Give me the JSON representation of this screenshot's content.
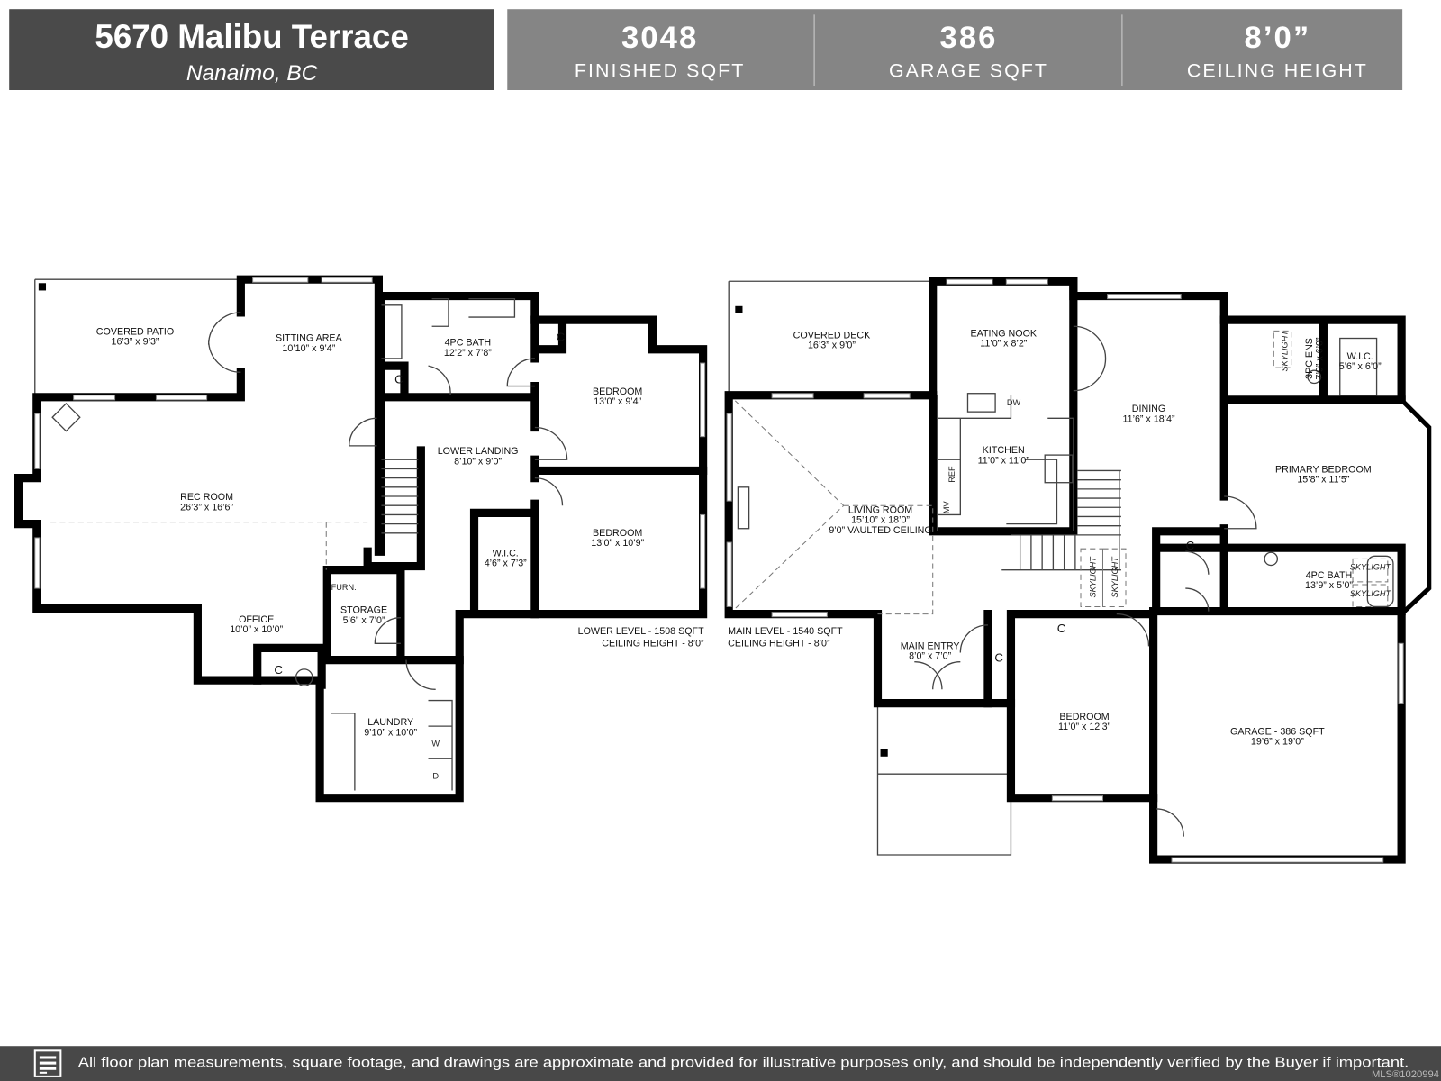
{
  "header": {
    "address": "5670 Malibu Terrace",
    "city": "Nanaimo, BC",
    "stats": [
      {
        "value": "3048",
        "label": "FINISHED SQFT"
      },
      {
        "value": "386",
        "label": "GARAGE SQFT"
      },
      {
        "value": "8’0”",
        "label": "CEILING HEIGHT"
      }
    ],
    "colors": {
      "title_panel": "#4a4a4a",
      "stats_panel": "#858585"
    }
  },
  "lower_level": {
    "caption_line1": "LOWER LEVEL - 1508 SQFT",
    "caption_line2": "CEILING HEIGHT - 8’0”",
    "rooms": [
      {
        "name": "COVERED PATIO",
        "dims": "16’3” x 9’3”"
      },
      {
        "name": "SITTING AREA",
        "dims": "10’10” x 9’4”"
      },
      {
        "name": "4PC BATH",
        "dims": "12’2” x 7’8”"
      },
      {
        "name": "BEDROOM",
        "dims": "13’0” x 9’4”"
      },
      {
        "name": "LOWER LANDING",
        "dims": "8’10” x 9’0”"
      },
      {
        "name": "REC ROOM",
        "dims": "26’3” x 16’6”"
      },
      {
        "name": "W.I.C.",
        "dims": "4’6” x 7’3”"
      },
      {
        "name": "BEDROOM",
        "dims": "13’0” x 10’9”"
      },
      {
        "name": "OFFICE",
        "dims": "10’0” x 10’0”"
      },
      {
        "name": "STORAGE",
        "dims": "5’6” x 7’0”"
      },
      {
        "name": "LAUNDRY",
        "dims": "9’10” x 10’0”"
      }
    ],
    "fixtures": {
      "closet": "C",
      "furnace": "FURN.",
      "washer": "W",
      "dryer": "D"
    }
  },
  "main_level": {
    "caption_line1": "MAIN LEVEL - 1540 SQFT",
    "caption_line2": "CEILING HEIGHT - 8’0”",
    "rooms": [
      {
        "name": "COVERED DECK",
        "dims": "16’3” x 9’0”"
      },
      {
        "name": "EATING NOOK",
        "dims": "11’0” x 8’2”"
      },
      {
        "name": "DINING",
        "dims": "11’6” x 18’4”"
      },
      {
        "name": "3PC ENS",
        "dims": "7’9” x 6’0”"
      },
      {
        "name": "W.I.C.",
        "dims": "5’6” x 6’0”"
      },
      {
        "name": "KITCHEN",
        "dims": "11’0” x 11’0”"
      },
      {
        "name": "PRIMARY BEDROOM",
        "dims": "15’8” x 11’5”"
      },
      {
        "name": "LIVING ROOM",
        "dims": "15’10” x 18’0”",
        "note": "9’0” VAULTED CEILING"
      },
      {
        "name": "4PC BATH",
        "dims": "13’9” x 5’0”"
      },
      {
        "name": "MAIN ENTRY",
        "dims": "8’0” x 7’0”"
      },
      {
        "name": "BEDROOM",
        "dims": "11’0” x 12’3”"
      },
      {
        "name": "GARAGE - 386 SQFT",
        "dims": "19’6” x 19’0”"
      }
    ],
    "fixtures": {
      "closet": "C",
      "dishwasher": "DW",
      "fridge": "REF",
      "microwave": "MV",
      "skylight": "SKYLIGHT"
    }
  },
  "footer": {
    "icon": "document-icon",
    "disclaimer": "All floor plan measurements, square footage, and drawings are approximate and provided for illustrative purposes only, and should be independently verified by the Buyer if important.",
    "mls": "MLS®1020994",
    "color": "#484848"
  }
}
